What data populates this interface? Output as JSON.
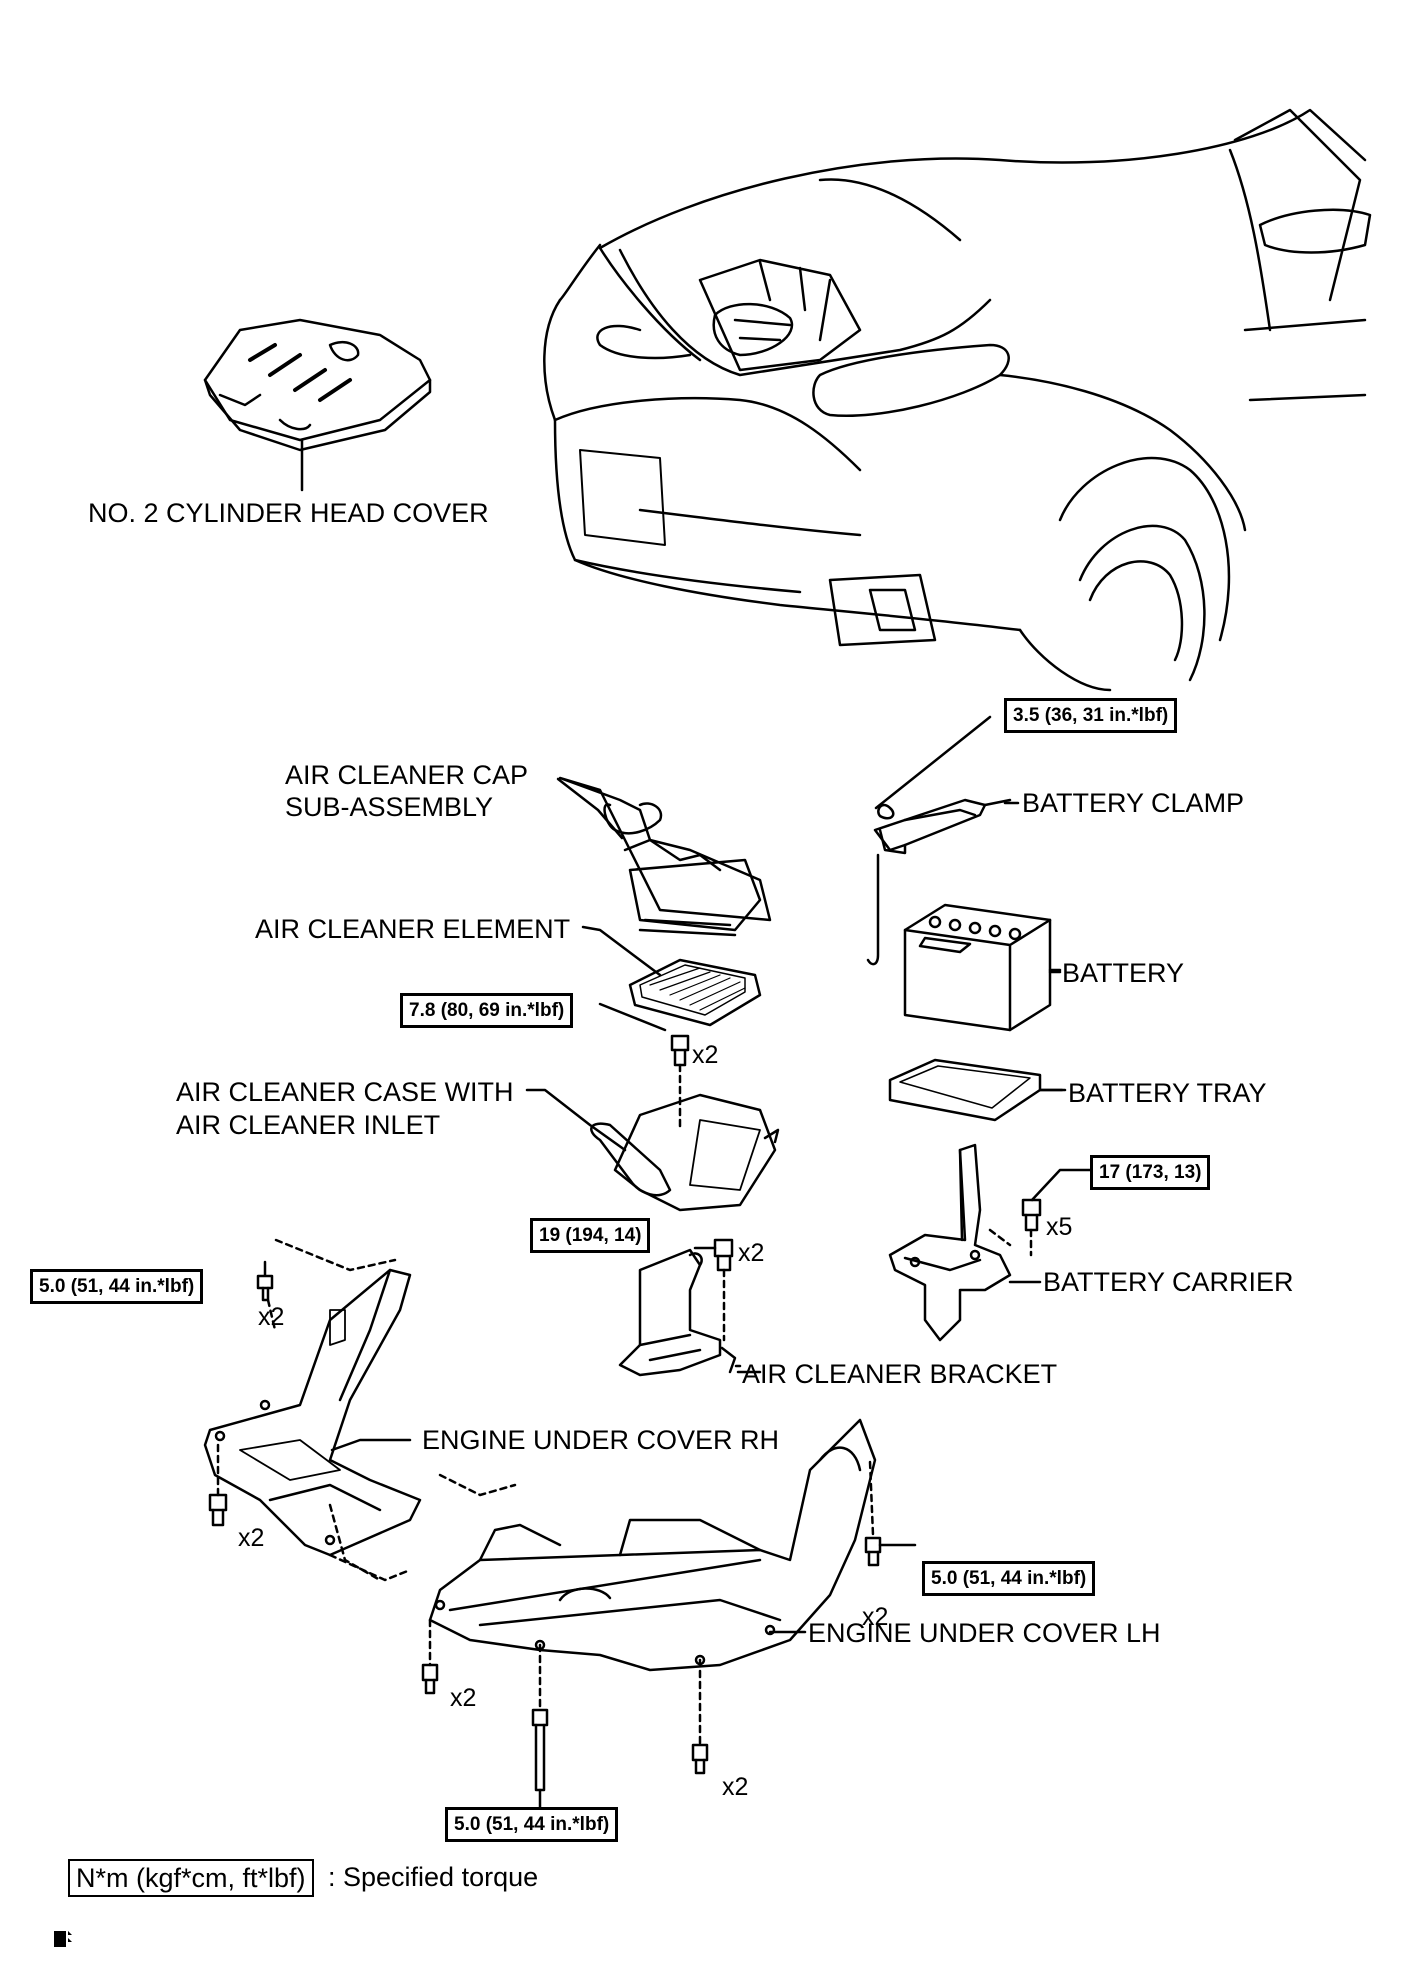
{
  "labels": {
    "cyl_head_cover": "NO. 2 CYLINDER HEAD COVER",
    "air_cleaner_cap_1": "AIR CLEANER CAP",
    "air_cleaner_cap_2": "SUB-ASSEMBLY",
    "battery_clamp": "BATTERY CLAMP",
    "air_cleaner_element": "AIR CLEANER ELEMENT",
    "battery": "BATTERY",
    "air_cleaner_case_1": "AIR CLEANER CASE WITH",
    "air_cleaner_case_2": "AIR CLEANER INLET",
    "battery_tray": "BATTERY TRAY",
    "battery_carrier": "BATTERY CARRIER",
    "air_cleaner_bracket": "AIR CLEANER BRACKET",
    "engine_under_cover_rh": "ENGINE UNDER COVER RH",
    "engine_under_cover_lh": "ENGINE UNDER COVER LH"
  },
  "torques": {
    "battery_clamp_nut": "3.5 (36, 31 in.*lbf)",
    "element_bolt": "7.8 (80, 69 in.*lbf)",
    "battery_carrier_bolt": "17 (173, 13)",
    "bracket_bolt": "19 (194, 14)",
    "rh_cover_top_bolt": "5.0 (51, 44 in.*lbf)",
    "lh_cover_right_bolt": "5.0 (51, 44 in.*lbf)",
    "lh_cover_center_bolt": "5.0 (51, 44 in.*lbf)"
  },
  "quantities": {
    "element_bolt": "x2",
    "battery_carrier_bolt": "x5",
    "bracket_bolt": "x2",
    "rh_top": "x2",
    "rh_bottom": "x2",
    "lh_right": "x2",
    "lh_left": "x2",
    "lh_bottom": "x2"
  },
  "legend": {
    "unit_box": "N*m (kgf*cm, ft*lbf)",
    "description": ": Specified torque"
  },
  "icons": {
    "corner_mark": "info-book-icon"
  }
}
